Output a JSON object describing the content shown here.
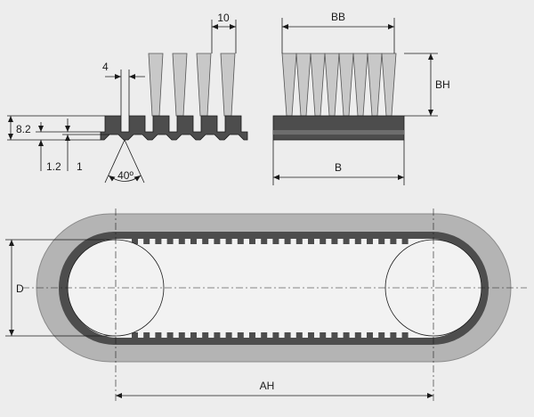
{
  "colors": {
    "background": "#ededed",
    "line": "#1a1a1a",
    "belt_dark": "#4d4d4d",
    "belt_mid": "#6d6d6d",
    "bristle_fill": "#c8c8c8",
    "brush_ring": "#b4b4b4",
    "brush_ring_stroke": "#8a8a8a",
    "pulley_fill": "#f2f2f2"
  },
  "labels": {
    "tooth_width": "4",
    "pitch": "10",
    "overall_height": "8.2",
    "base_height": "1.2",
    "tooth_depth": "1",
    "tooth_angle": "40º",
    "bristle_width": "BB",
    "bristle_height": "BH",
    "belt_width": "B",
    "pulley_diameter": "D",
    "center_distance": "AH"
  }
}
